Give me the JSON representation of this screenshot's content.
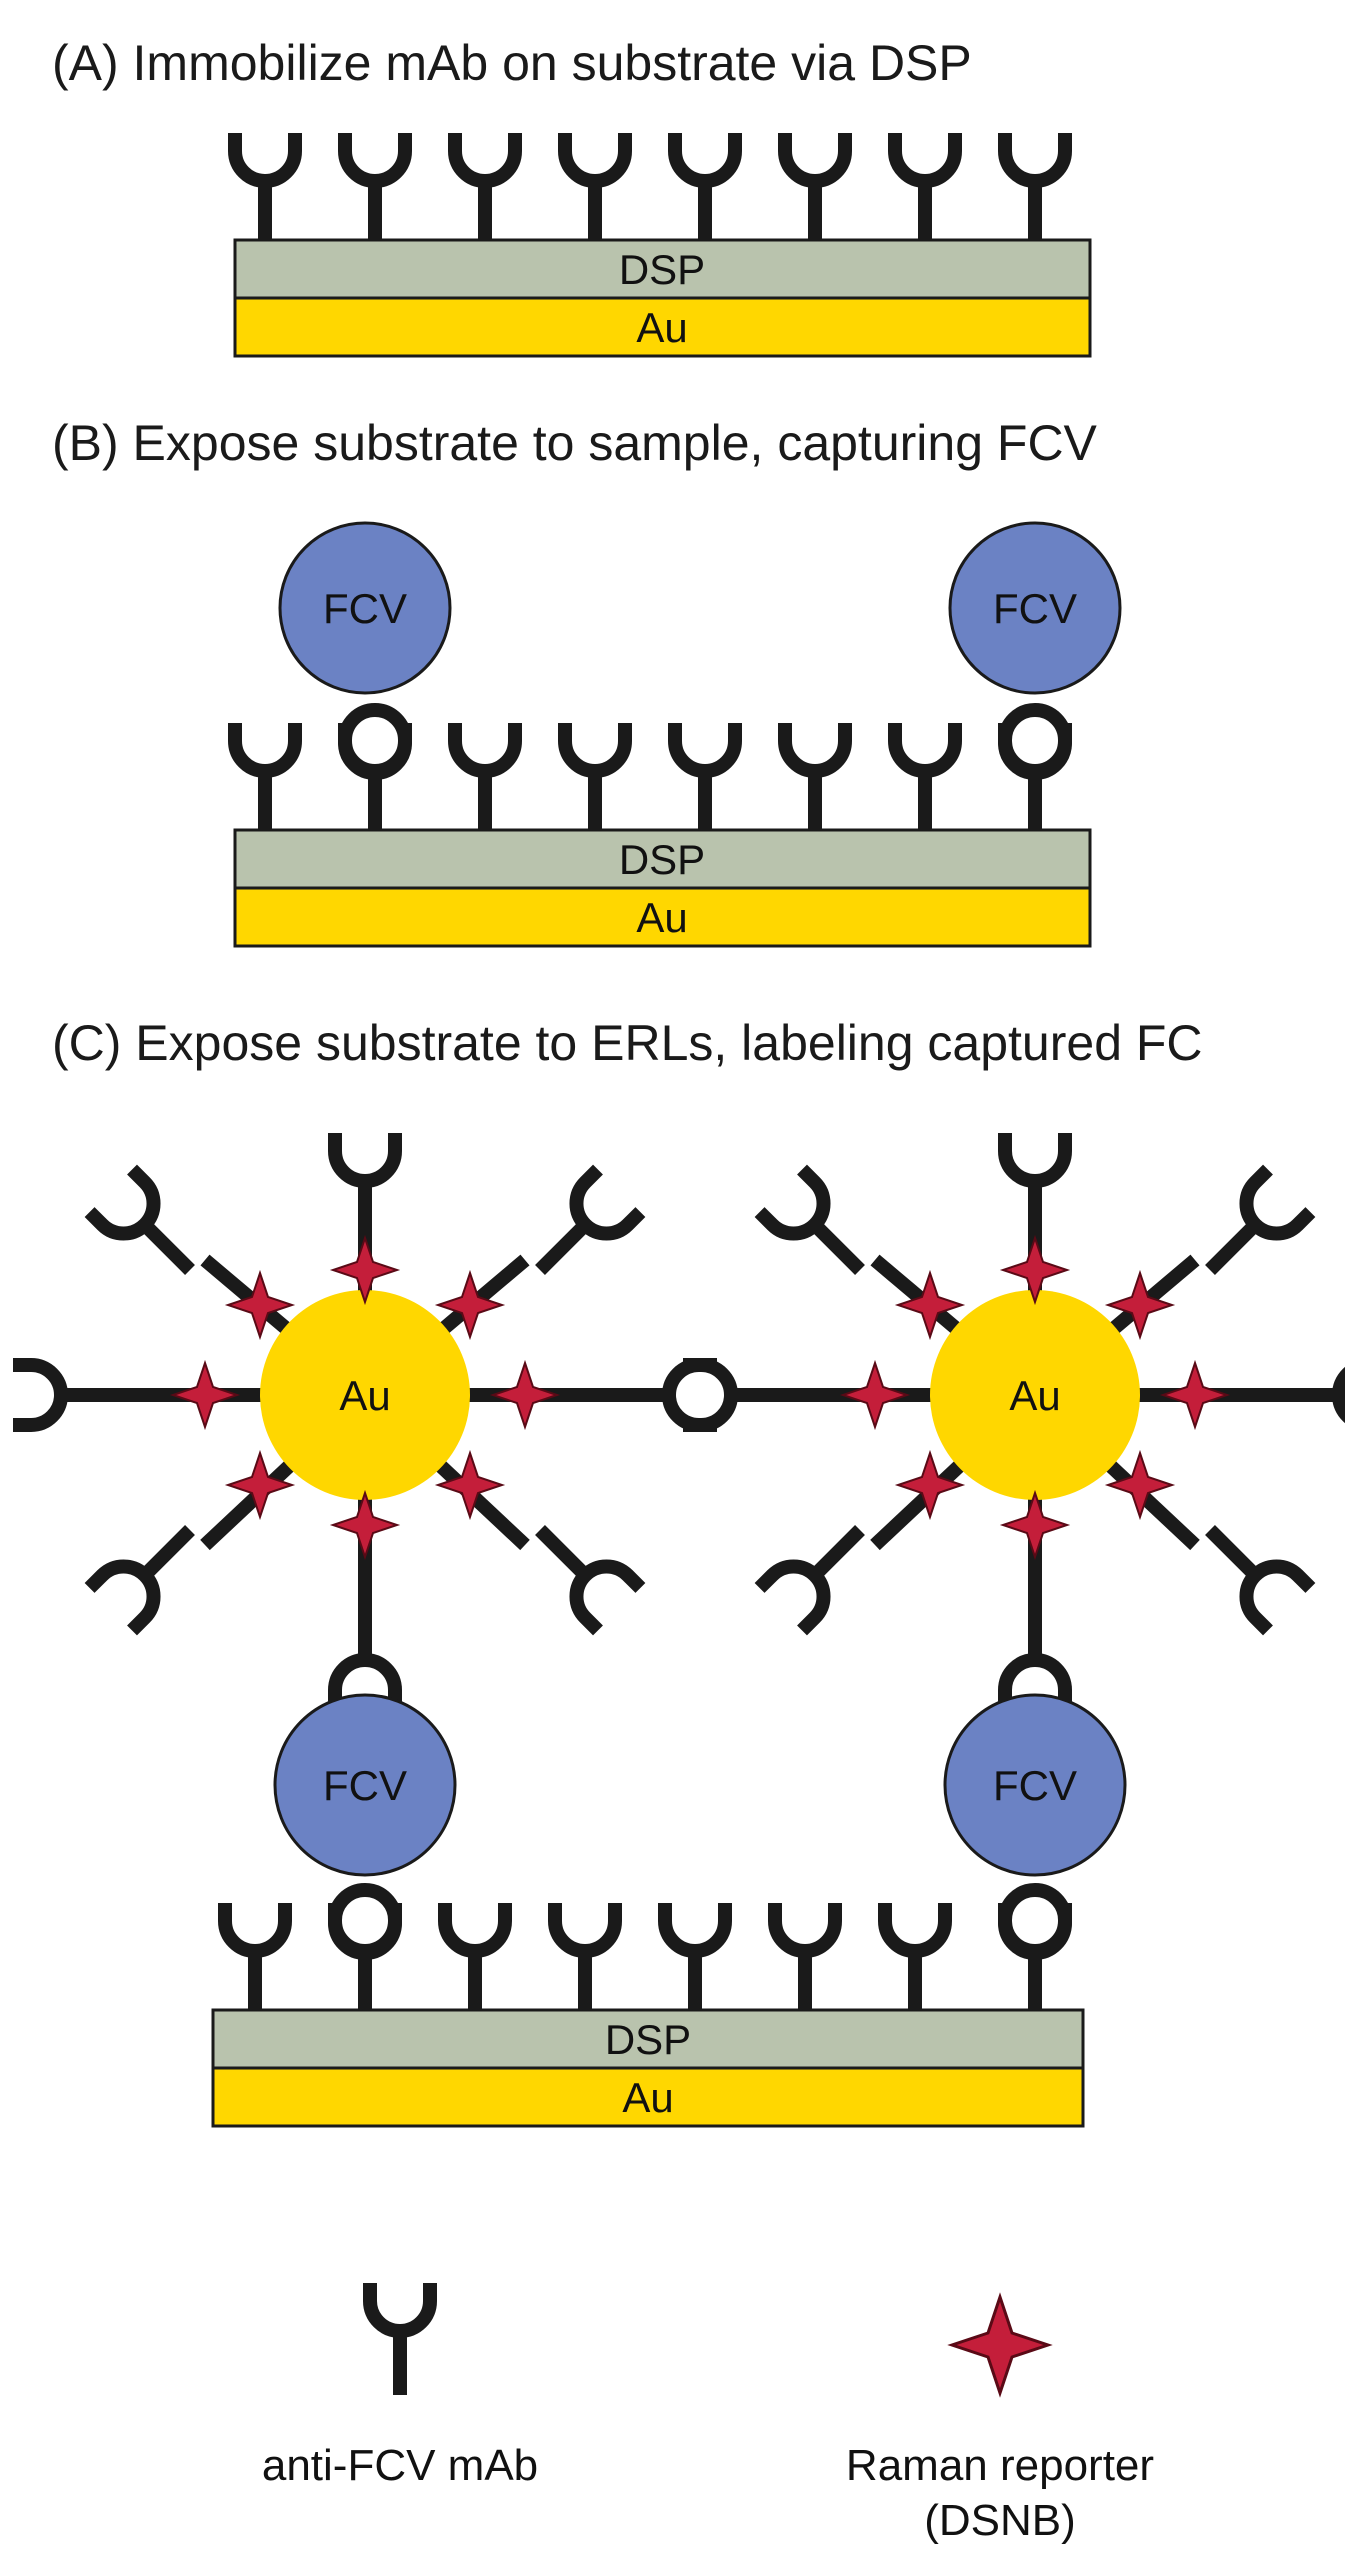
{
  "panels": {
    "a": {
      "title": "(A) Immobilize mAb on substrate via DSP"
    },
    "b": {
      "title": "(B) Expose substrate to sample, capturing FCV"
    },
    "c": {
      "title": "(C) Expose substrate to ERLs, labeling captured FC"
    }
  },
  "substrate": {
    "dsp_label": "DSP",
    "au_label": "Au"
  },
  "particles": {
    "fcv_label": "FCV",
    "gold_label": "Au"
  },
  "legend": {
    "antibody_label": "anti-FCV mAb",
    "reporter_label_line1": "Raman reporter",
    "reporter_label_line2": "(DSNB)"
  },
  "colors": {
    "dsp_layer": "#b9c3ad",
    "au_layer": "#ffd700",
    "fcv_virus": "#6b82c4",
    "gold_nanoparticle": "#ffd700",
    "raman_reporter": "#c41e3a",
    "antibody": "#1a1a1a"
  }
}
